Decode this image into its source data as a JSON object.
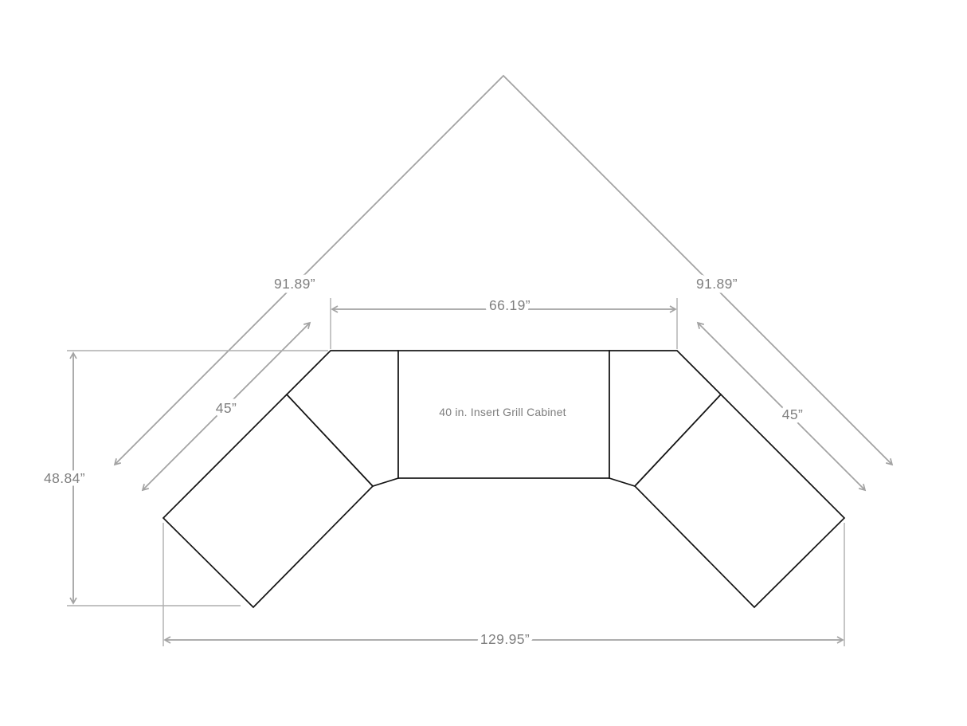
{
  "diagram": {
    "cabinet_label": "40 in. Insert Grill Cabinet",
    "labels": {
      "back_left": "91.89”",
      "back_right": "91.89”",
      "top_width": "66.19”",
      "side_left": "45”",
      "side_right": "45”",
      "depth": "48.84”",
      "overall_width": "129.95”"
    },
    "colors": {
      "outline": "#141414",
      "dimension_lines": "#a3a3a3",
      "label_text": "#7f7f7f",
      "background": "#ffffff"
    }
  }
}
